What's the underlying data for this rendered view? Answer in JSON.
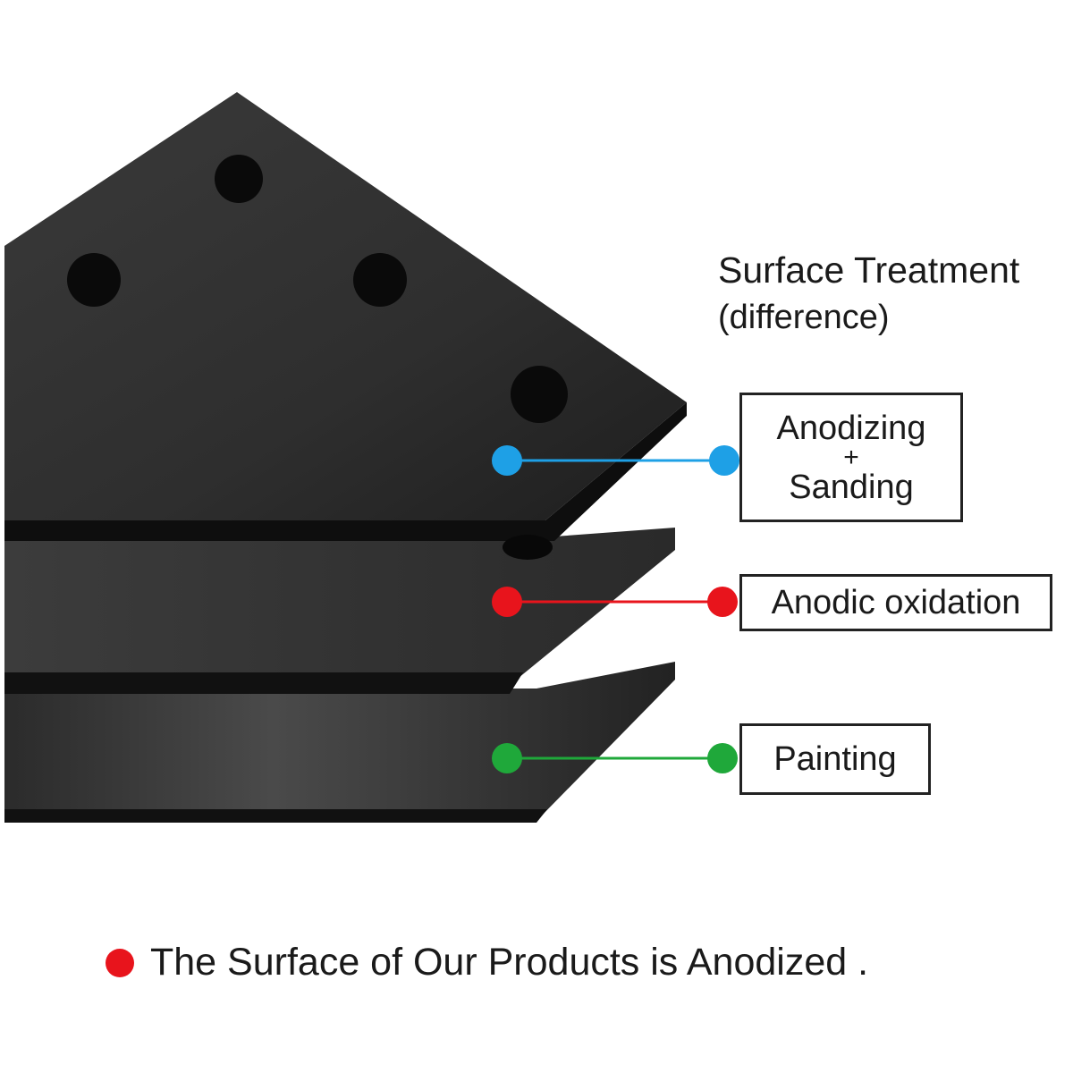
{
  "heading": {
    "title": "Surface Treatment",
    "subtitle": "(difference)"
  },
  "labels": [
    {
      "line1": "Anodizing",
      "line2": "+",
      "line3": "Sanding",
      "color": "#1ea0e6"
    },
    {
      "text": "Anodic oxidation",
      "color": "#e8141c"
    },
    {
      "text": "Painting",
      "color": "#1fa83a"
    }
  ],
  "footer": {
    "text": "The Surface of Our Products is Anodized .",
    "bullet_color": "#e8141c"
  }
}
